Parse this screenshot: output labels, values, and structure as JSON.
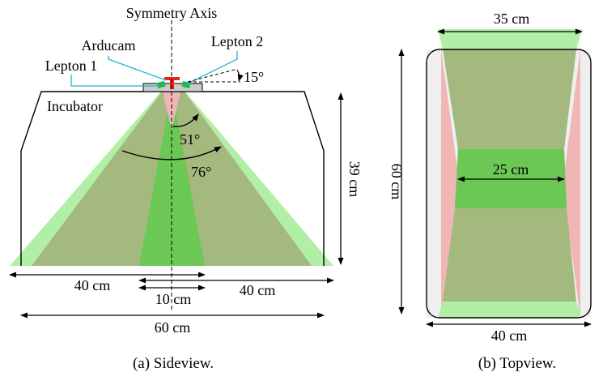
{
  "sideview": {
    "labels": {
      "axis": "Symmetry Axis",
      "arducam": "Arducam",
      "lepton1": "Lepton 1",
      "lepton2": "Lepton 2",
      "angle_tilt": "15°",
      "incubator": "Incubator",
      "angle_51": "51°",
      "angle_76": "76°",
      "height": "39 cm",
      "width_left": "40 cm",
      "width_right": "40 cm",
      "width_center": "10 cm",
      "width_total": "60 cm"
    },
    "caption": "(a) Sideview."
  },
  "topview": {
    "labels": {
      "width_top": "35 cm",
      "length": "60 cm",
      "width_inner": "25 cm",
      "width_bottom": "40 cm"
    },
    "caption": "(b) Topview."
  },
  "colors": {
    "light_green": "#b2efa6",
    "olive": "#a3b97e",
    "green": "#6cc855",
    "pink": "#f0b6b6",
    "cyan": "#22b5d6",
    "red": "#e8221b",
    "housing": "#cccccc",
    "topview_side": "#efefef"
  }
}
